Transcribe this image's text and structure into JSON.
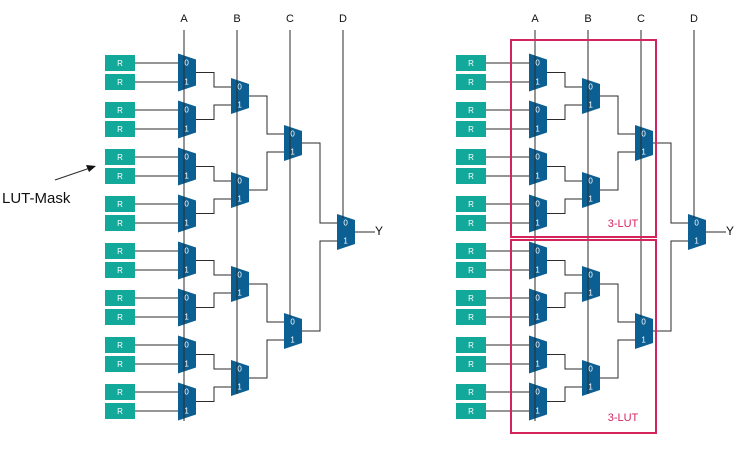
{
  "select_labels": [
    "A",
    "B",
    "C",
    "D"
  ],
  "output_label": "Y",
  "register_label": "R",
  "mux_input_labels": [
    "0",
    "1"
  ],
  "mask_label": "LUT-Mask",
  "lut_label": "3-LUT",
  "colors": {
    "register": "#12a99b",
    "mux": "#0c5f92",
    "lut_box": "#d5245c",
    "wire": "#2b2b2b"
  }
}
